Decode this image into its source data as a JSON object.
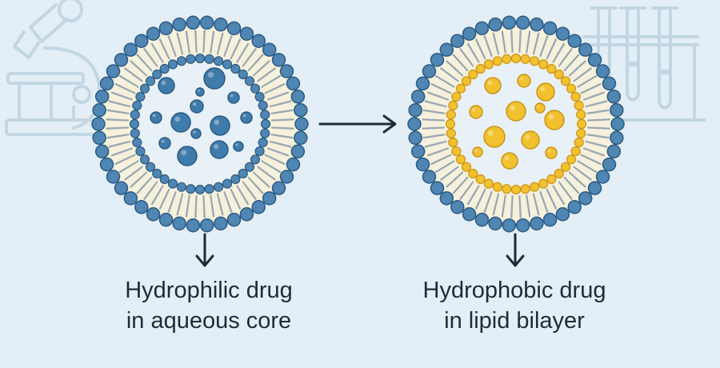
{
  "colors": {
    "background": "#e3eef6",
    "head_blue": "#4f86b3",
    "head_stroke": "#2b5a82",
    "tail": "#f6f1dc",
    "hydrophilic_drug": "#3f7cab",
    "hydrophobic_drug": "#f2c12e",
    "hydrophobic_stroke": "#c9951a",
    "arrow": "#1f2b36",
    "decor_line": "#c3d6e4"
  },
  "panels": [
    {
      "name": "hydrophilic-liposome",
      "drug_type": "hydrophilic",
      "caption_line1": "Hydrophilic drug",
      "caption_line2": "in aqueous core"
    },
    {
      "name": "hydrophobic-liposome",
      "drug_type": "hydrophobic",
      "caption_line1": "Hydrophobic drug",
      "caption_line2": "in lipid bilayer"
    }
  ],
  "decorations": {
    "left": "microscope-icon",
    "right": "test-tubes-icon"
  }
}
